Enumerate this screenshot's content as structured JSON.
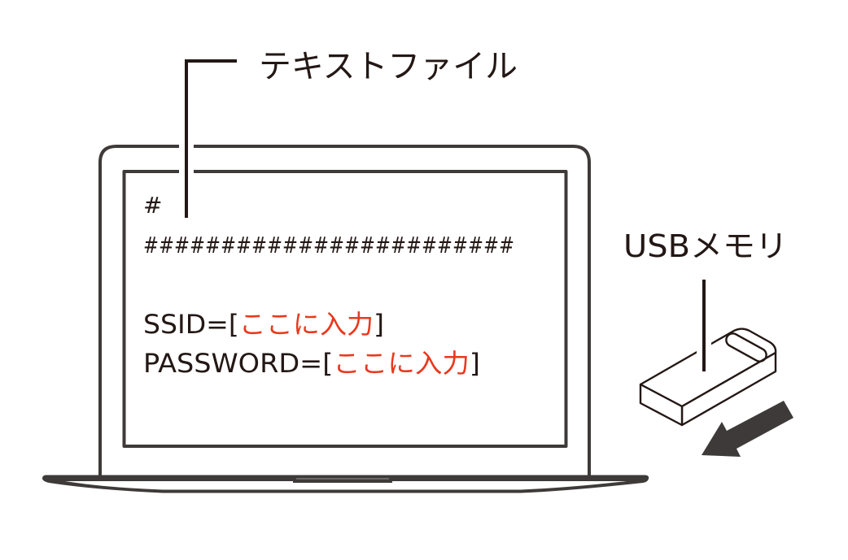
{
  "title": "テキストファイル",
  "colors": {
    "line": "#3e3a39",
    "text": "#231815",
    "accent_red": "#e8391e",
    "arrow": "#3e3a39",
    "background": "#ffffff"
  },
  "labels": {
    "text_file": "テキストファイル",
    "usb_memory": "USBメモリ"
  },
  "text_file_contents": {
    "line1": "#",
    "line2": "########################",
    "ssid": {
      "key": "SSID=",
      "open_bracket": "[",
      "placeholder": "ここに入力",
      "close_bracket": "]"
    },
    "password": {
      "key": "PASSWORD=",
      "open_bracket": "[",
      "placeholder": "ここに入力",
      "close_bracket": "]"
    }
  },
  "icons": {
    "laptop": "laptop-icon",
    "usb_stick": "usb-stick-icon",
    "insert_arrow": "arrow-down-left-icon"
  }
}
